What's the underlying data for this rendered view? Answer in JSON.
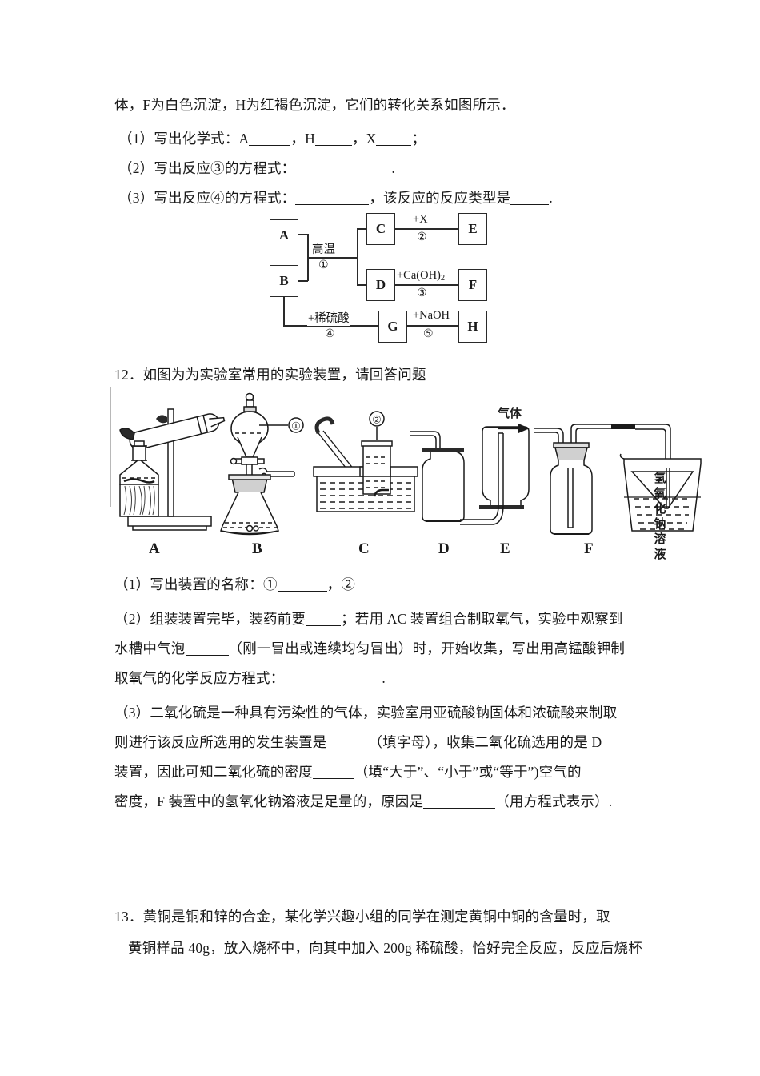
{
  "document": {
    "type": "chemistry-exam-page",
    "lead_line": "体，F为白色沉淀，H为红褐色沉淀，它们的转化关系如图所示．",
    "q11": {
      "sub1_prefix": "（1）写出化学式：A",
      "sub1_mid1": "，H",
      "sub1_mid2": "，X",
      "sub1_suffix": "；",
      "sub2_prefix": "（2）写出反应③的方程式：",
      "sub2_suffix": ".",
      "sub3_prefix": "（3）写出反应④的方程式：",
      "sub3_mid": "，该反应的反应类型是",
      "sub3_suffix": "."
    },
    "flowchart": {
      "boxes": {
        "A": "A",
        "B": "B",
        "C": "C",
        "D": "D",
        "E": "E",
        "F": "F",
        "G": "G",
        "H": "H"
      },
      "labels": {
        "step1": "高温",
        "step1_num": "①",
        "step2": "+X",
        "step2_num": "②",
        "step3_pre": "+Ca(OH)",
        "step3_sub": "2",
        "step3_num": "③",
        "step4": "+稀硫酸",
        "step4_num": "④",
        "step5": "+NaOH",
        "step5_num": "⑤"
      }
    },
    "q12": {
      "stem": "12．如图为为实验室常用的实验装置，请回答问题",
      "apparatus_labels": [
        "A",
        "B",
        "C",
        "D",
        "E",
        "F"
      ],
      "callout_1": "①",
      "callout_2": "②",
      "gas_label": "气体",
      "naoh_label": "氢氧化钠溶液",
      "sub1_prefix": "（1）写出装置的名称：①",
      "sub1_suffix": "，②",
      "sub2_l1_a": "（2）组装装置完毕，装药前要",
      "sub2_l1_b": "；若用 AC 装置组合制取氧气，实验中观察到",
      "sub2_l2_a": "水槽中气泡",
      "sub2_l2_b": "（刚一冒出或连续均匀冒出）时，开始收集，写出用高锰酸钾制",
      "sub2_l3_a": "取氧气的化学反应方程式：",
      "sub2_l3_b": ".",
      "sub3_l1": "（3）二氧化硫是一种具有污染性的气体，实验室用亚硫酸钠固体和浓硫酸来制取",
      "sub3_l2_a": "则进行该反应所选用的发生装置是",
      "sub3_l2_b": "（填字母），收集二氧化硫选用的是 D",
      "sub3_l3_a": "装置，因此可知二氧化硫的密度",
      "sub3_l3_b": "（填“大于”、“小于”或“等于”)空气的",
      "sub3_l4_a": "密度，F 装置中的氢氧化钠溶液是足量的，原因是",
      "sub3_l4_b": "（用方程式表示）."
    },
    "q13": {
      "line1": "13．黄铜是铜和锌的合金，某化学兴趣小组的同学在测定黄铜中铜的含量时，取",
      "line2": "黄铜样品 40g，放入烧杯中，向其中加入 200g 稀硫酸，恰好完全反应，反应后烧杯"
    }
  }
}
